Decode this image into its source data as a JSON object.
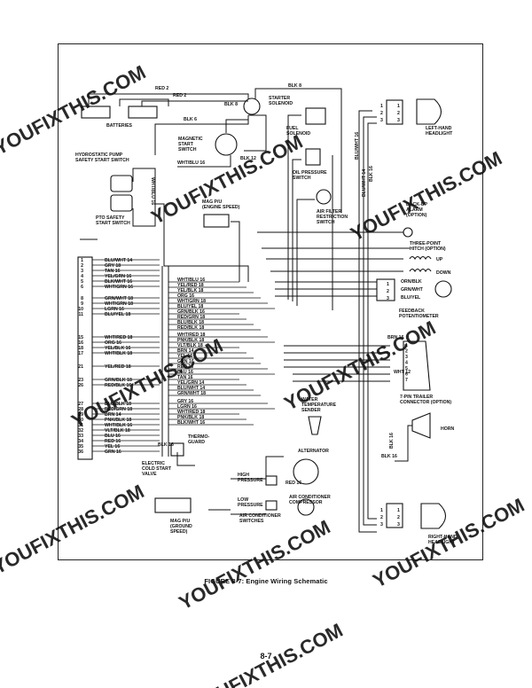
{
  "figure_caption": "FIGURE 8-7: Engine Wiring Schematic",
  "page_number": "8-7",
  "watermark": "YOUFIXTHIS.COM",
  "components": {
    "batteries": "BATTERIES",
    "starter_solenoid": [
      "STARTER",
      "SOLENOID"
    ],
    "magnetic_start_switch": [
      "MAGNETIC",
      "START",
      "SWITCH"
    ],
    "hydrostatic_switch": [
      "HYDROSTATIC PUMP",
      "SAFETY START SWITCH"
    ],
    "pto_switch": [
      "PTO SAFETY",
      "START SWITCH"
    ],
    "mag_pu_engine": [
      "MAG P/U",
      "(ENGINE SPEED)"
    ],
    "fuel_solenoid": [
      "FUEL",
      "SOLENOID"
    ],
    "oil_pressure_switch": [
      "OIL PRESSURE",
      "SWITCH"
    ],
    "air_filter_switch": [
      "AIR FILTER",
      "RESTRICTION",
      "SWITCH"
    ],
    "left_headlight": [
      "LEFT-HAND",
      "HEADLIGHT"
    ],
    "backup_alarm": [
      "BACK-UP",
      "ALARM",
      "(OPTION)"
    ],
    "three_point_hitch": [
      "THREE-POINT",
      "HITCH (OPTION)"
    ],
    "hitch_up": "UP",
    "hitch_down": "DOWN",
    "feedback_pot": [
      "FEEDBACK",
      "POTENTIOMETER"
    ],
    "trailer_connector": [
      "7-PIN TRAILER",
      "CONNECTOR (OPTION)"
    ],
    "water_temp_sender": [
      "WATER",
      "TEMPERATURE",
      "SENDER"
    ],
    "horn": "HORN",
    "alternator": "ALTERNATOR",
    "thermo_guard": [
      "THERMO-",
      "GUARD"
    ],
    "cold_start_valve": [
      "ELECTRIC",
      "COLD START",
      "VALVE"
    ],
    "high_pressure": [
      "HIGH",
      "PRESSURE"
    ],
    "low_pressure": [
      "LOW",
      "PRESSURE"
    ],
    "ac_compressor": [
      "AIR CONDITIONER",
      "COMPRESSOR"
    ],
    "ac_switches": [
      "AIR CONDITIONER",
      "SWITCHES"
    ],
    "mag_pu_ground": [
      "MAG P/U",
      "(GROUND",
      "SPEED)"
    ],
    "right_headlight": [
      "RIGHT-HAND",
      "HEADLIGHT"
    ]
  },
  "wire_labels": {
    "red2_a": "RED 2",
    "red2_b": "RED 2",
    "blk8_top": "BLK 8",
    "blk8_sol": "BLK 8",
    "blk6": "BLK 6",
    "blk12": "BLK 12",
    "whtblu16": "WHT/BLU 16",
    "whtblu16_v": "WHT/BLU 16",
    "blu_wht16_v": "BLU/WHT 16",
    "blu_wht14_v": "BLU/WHT 14",
    "blk16_v": "BLK 16",
    "orn_blk": "ORN/BLK",
    "grn_wht": "GRN/WHT",
    "blu_yel": "BLU/YEL",
    "brn16": "BRN 16",
    "wht12": "WHT 12",
    "blk16_horn": "BLK 16",
    "blk16_v2": "BLK 16",
    "blk16_cold": "BLK 16",
    "red16_alt": "RED 16"
  },
  "left_connector_pins": [
    {
      "pin": "1",
      "wire": "BLU/WHT 14"
    },
    {
      "pin": "2",
      "wire": "GRY 18"
    },
    {
      "pin": "3",
      "wire": "TAN 16"
    },
    {
      "pin": "4",
      "wire": "YEL/GRN 16"
    },
    {
      "pin": "5",
      "wire": "BLK/WHT 16"
    },
    {
      "pin": "6",
      "wire": "WHT/GRN 16"
    },
    {
      "pin": "8",
      "wire": "GRN/WHT 18"
    },
    {
      "pin": "9",
      "wire": "WHT/GRN 18"
    },
    {
      "pin": "10",
      "wire": "LGRN 16"
    },
    {
      "pin": "11",
      "wire": "BLU/YEL 18"
    },
    {
      "pin": "15",
      "wire": "WHT/RED 18"
    },
    {
      "pin": "16",
      "wire": "ORG 16"
    },
    {
      "pin": "18",
      "wire": "YEL/BLK 16"
    },
    {
      "pin": "17",
      "wire": "WHT/BLK 18"
    },
    {
      "pin": "21",
      "wire": "YEL/RED 18"
    },
    {
      "pin": "23",
      "wire": "GRN/BLK 18"
    },
    {
      "pin": "26",
      "wire": "RED/BLK 16"
    },
    {
      "pin": "27",
      "wire": "BLU/BLK 18"
    },
    {
      "pin": "28",
      "wire": "RED/GRN 18"
    },
    {
      "pin": "29",
      "wire": "BRN 14"
    },
    {
      "pin": "30",
      "wire": "PNK/BLK 18"
    },
    {
      "pin": "31",
      "wire": "WHT/BLK 16"
    },
    {
      "pin": "32",
      "wire": "VLT/BLK 18"
    },
    {
      "pin": "33",
      "wire": "BLU 16"
    },
    {
      "pin": "34",
      "wire": "RED 16"
    },
    {
      "pin": "35",
      "wire": "YEL 16"
    },
    {
      "pin": "36",
      "wire": "GRN 16"
    }
  ],
  "harness_wires": [
    "WHT/BLU 16",
    "YEL/RED 18",
    "YEL/BLK 18",
    "ORG 16",
    "WHT/GRN 18",
    "BLU/YEL 18",
    "GRN/BLK 16",
    "RED/GRN 18",
    "BLU/BLK 18",
    "RED/BLK 18",
    "WHT/RED 18",
    "PNK/BLK 18",
    "VLT/BLK 18",
    "BRN 14",
    "YEL 16",
    "GRN 16",
    "RED 16",
    "BLU 16",
    "TAN 16",
    "YEL/GRN 14",
    "BLU/WHT 14",
    "GRN/WHT 18",
    "GRY 16",
    "LGRN 16",
    "WHT/RED 18",
    "PNK/BLK 18",
    "BLK/WHT 16"
  ],
  "headlight_pins": [
    "1",
    "2",
    "3"
  ],
  "trailer_pins": [
    "1",
    "2",
    "3",
    "4",
    "5",
    "6",
    "7"
  ],
  "pot_pins": [
    "1",
    "2",
    "3"
  ]
}
